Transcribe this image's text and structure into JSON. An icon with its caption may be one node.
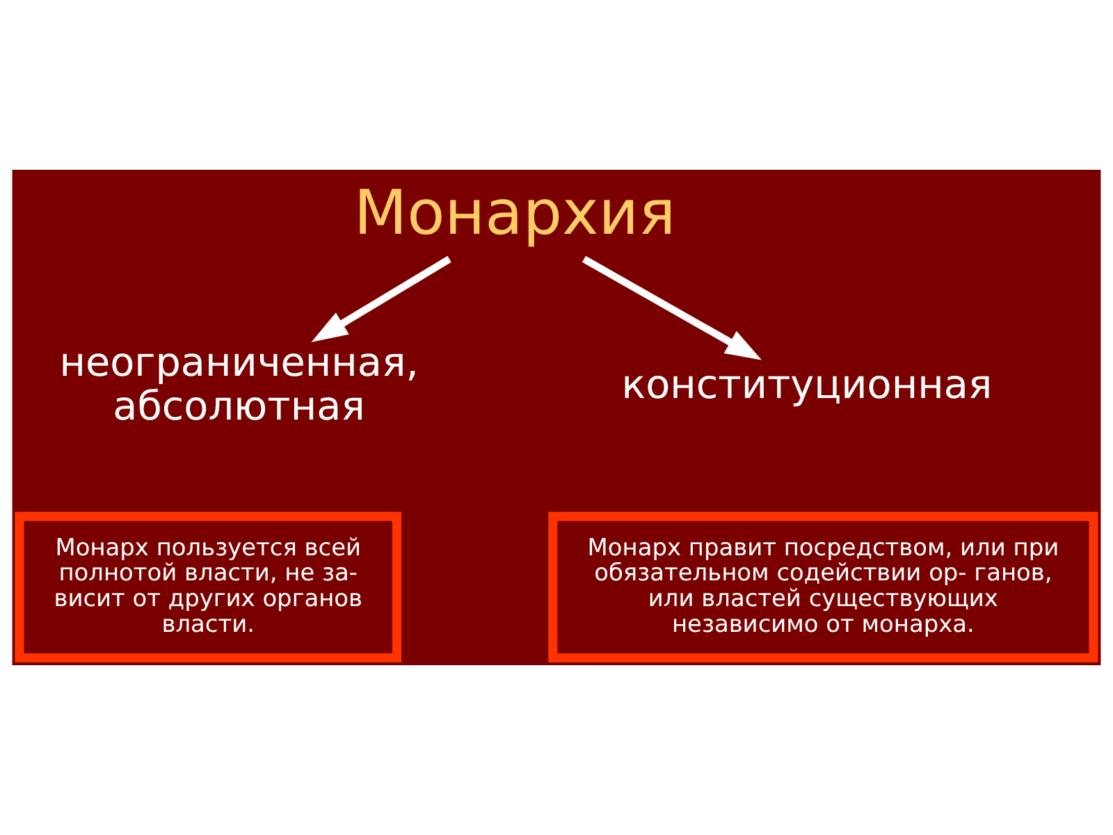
{
  "diagram": {
    "nodes": [
      {
        "text": [
          "Монархия"
        ]
      },
      {
        "text": [
          "неограниченная, абсолютная"
        ]
      },
      {
        "text": [
          "конституционная"
        ]
      },
      {
        "text": [
          "Монарх пользуется всей полнотой власти, не за- висит от других органов власти."
        ]
      },
      {
        "text": [
          "Монарх правит посредством, или при обязательном содействии ор- ганов, или властей существующих независимо от монарха."
        ]
      }
    ],
    "edges": [
      {
        "from": 0,
        "to": 1,
        "arrow": "to"
      },
      {
        "from": 0,
        "to": 2,
        "arrow": "to"
      }
    ]
  }
}
